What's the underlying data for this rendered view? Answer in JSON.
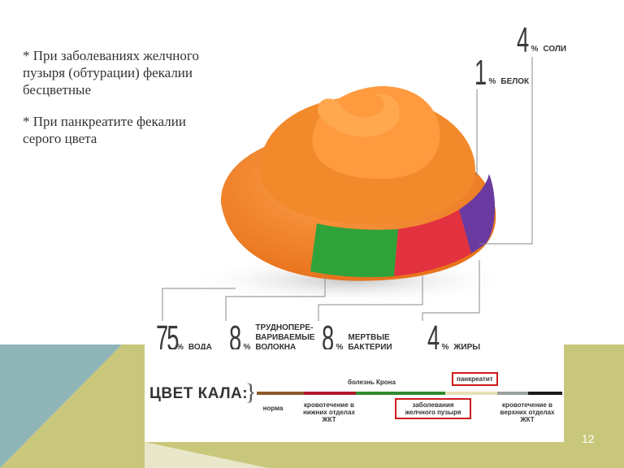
{
  "slide": {
    "page_number": "12",
    "colors": {
      "teal": "#8fb5b8",
      "olive": "#c9c77b",
      "accent_red": "#d01c1c"
    }
  },
  "notes": [
    "* При заболеваниях желчного пузыря (обтурации) фекалии бесцветные",
    "* При панкреатите фекалии серого цвета"
  ],
  "composition": [
    {
      "num": "4",
      "pct": "%",
      "label": "СОЛИ"
    },
    {
      "num": "1",
      "pct": "%",
      "label": "БЕЛОК"
    },
    {
      "num": "75",
      "pct": "%",
      "label": "ВОДА"
    },
    {
      "num": "8",
      "pct": "%",
      "label": "ТРУДНОПЕРЕ-\nВАРИВАЕМЫЕ\nВОЛОКНА"
    },
    {
      "num": "8",
      "pct": "%",
      "label": "МЕРТВЫЕ\nБАКТЕРИИ"
    },
    {
      "num": "4",
      "pct": "%",
      "label": "ЖИРЫ"
    }
  ],
  "stool_color": {
    "title": "ЦВЕТ КАЛА:",
    "brace": "}",
    "top_labels": [
      "болезнь Крона",
      "панкреатит"
    ],
    "bottom_labels": [
      "норма",
      "кровотечение в\nнижних отделах\nЖКТ",
      "заболевания\nжелчного пузыря",
      "кровотечение в\nверхних отделах\nЖКТ"
    ],
    "scale_colors": [
      "#8b5a2b",
      "#b2182b",
      "#2f8a2f",
      "#e6e1b5",
      "#9aa0a0",
      "#1a1a1a"
    ]
  }
}
